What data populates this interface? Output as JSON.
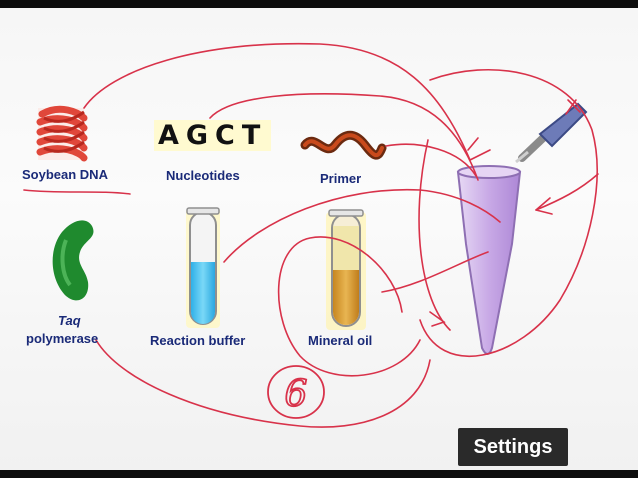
{
  "labels": {
    "soybean_dna": "Soybean DNA",
    "nucleotides_sequence": "AGCT",
    "nucleotides": "Nucleotides",
    "primer": "Primer",
    "taq_italic": "Taq",
    "polymerase": "polymerase",
    "reaction_buffer": "Reaction buffer",
    "mineral_oil": "Mineral oil"
  },
  "annotation": {
    "handwritten_number": "6"
  },
  "controls": {
    "settings_label": "Settings"
  },
  "colors": {
    "label_text": "#1a2a78",
    "annotation_ink": "#d8324a",
    "dna_red": "#e0473a",
    "taq_green": "#1f8a2e",
    "buffer_blue": "#4cc3ee",
    "oil_amber": "#d69a2e",
    "tube_purple": "#c8a9e6",
    "settings_bg": "#2a2a2a"
  },
  "icons": [
    "dna-helix-icon",
    "primer-squiggle-icon",
    "taq-polymerase-blob-icon",
    "test-tube-icon",
    "pcr-tube-icon",
    "pipette-icon"
  ]
}
